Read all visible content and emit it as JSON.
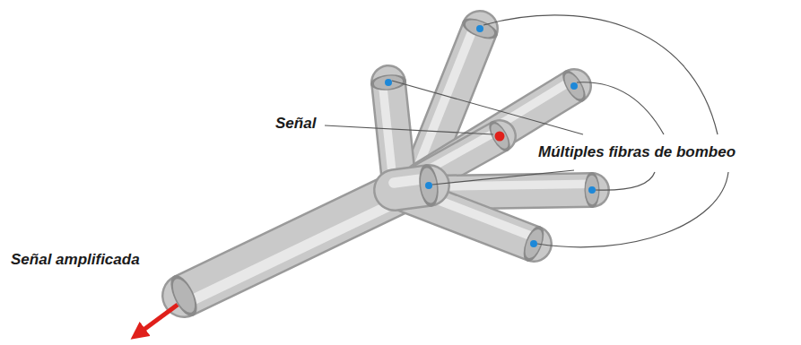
{
  "diagram": {
    "labels": [
      "Señal",
      "Múltiples fibras de bombeo",
      "Señal amplificada"
    ]
  }
}
